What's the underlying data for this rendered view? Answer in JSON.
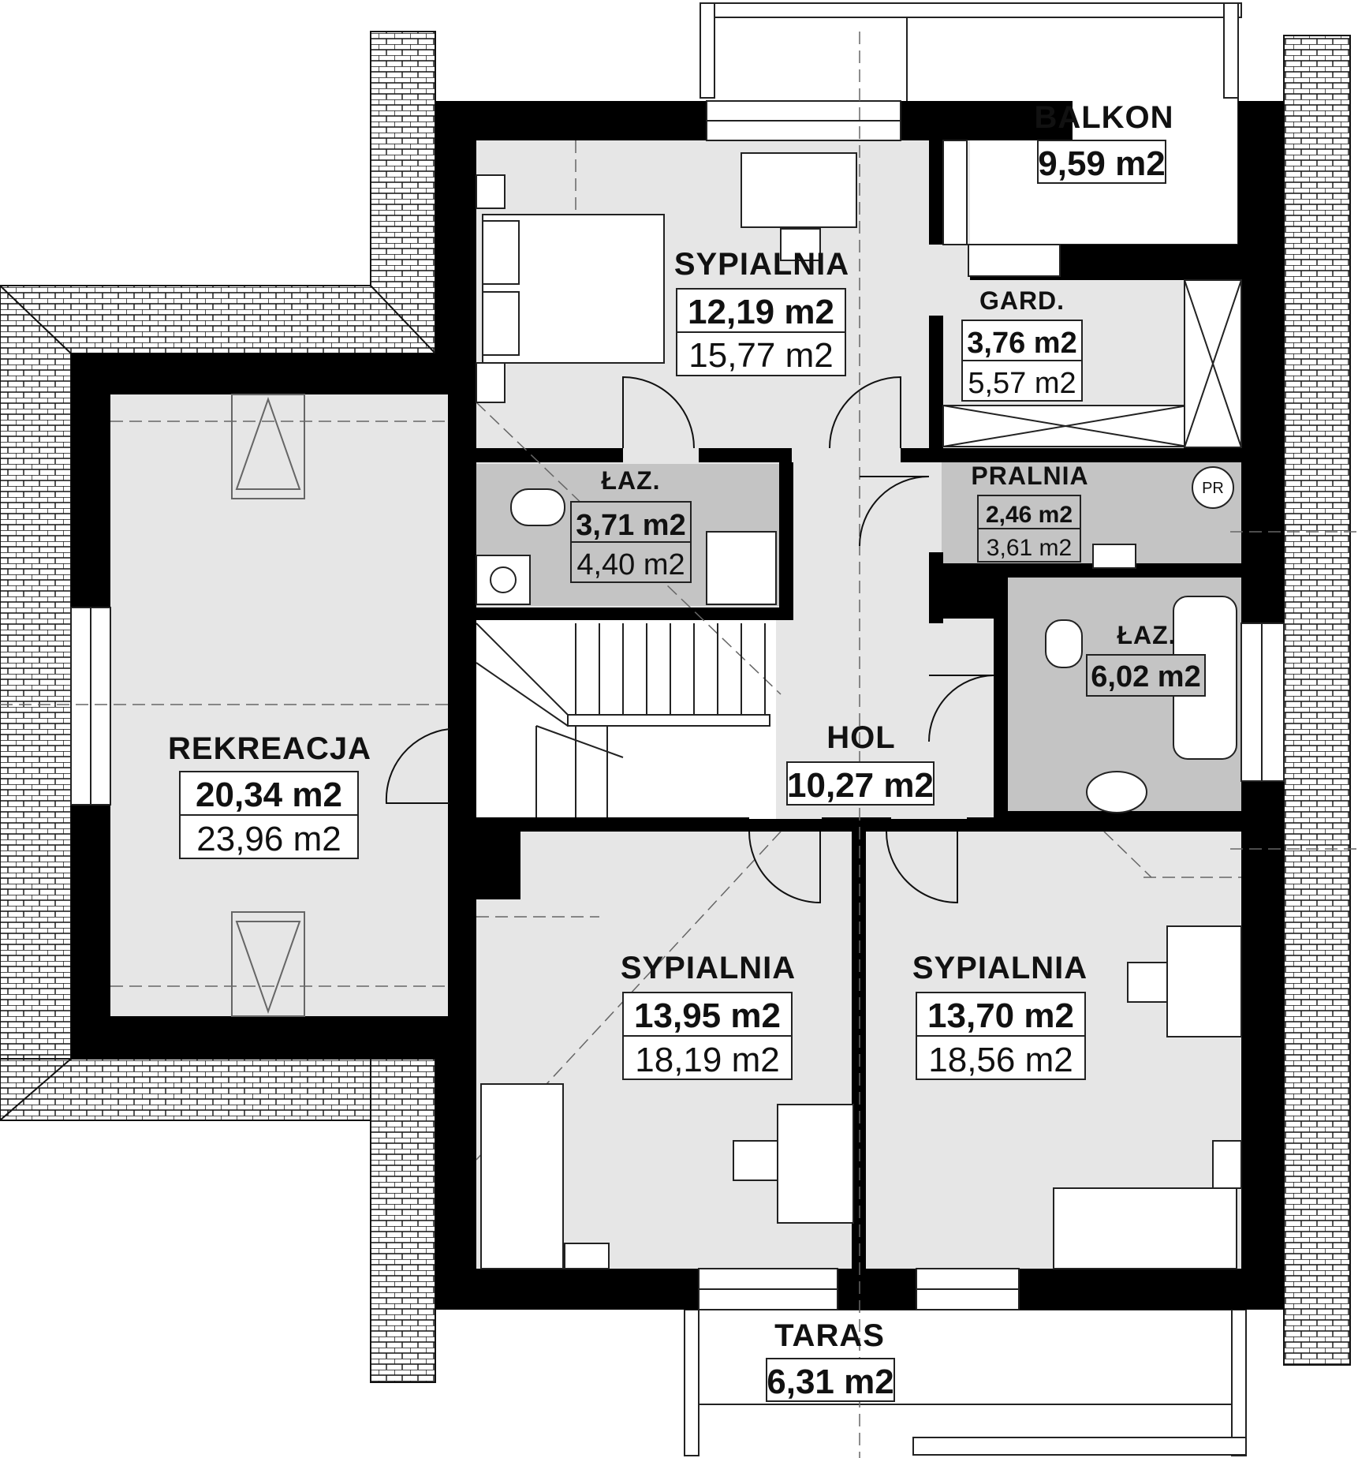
{
  "colors": {
    "wall": "#000000",
    "room_fill": "#e6e6e6",
    "wet_room_fill": "#c4c4c4",
    "roof_tile": "#ffffff",
    "line": "#222222",
    "label_box": "#ffffff"
  },
  "rooms": {
    "balkon": {
      "name": "BALKON",
      "area_net": "9,59 m2"
    },
    "sypialnia_top": {
      "name": "SYPIALNIA",
      "area_net": "12,19 m2",
      "area_gross": "15,77 m2"
    },
    "gard": {
      "name": "GARD.",
      "area_net": "3,76 m2",
      "area_gross": "5,57 m2"
    },
    "laz_1": {
      "name": "ŁAZ.",
      "area_net": "3,71 m2",
      "area_gross": "4,40 m2"
    },
    "pralnia": {
      "name": "PRALNIA",
      "area_net": "2,46 m2",
      "area_gross": "3,61 m2",
      "fixture": "PR"
    },
    "laz_2": {
      "name": "ŁAZ.",
      "area_net": "6,02 m2"
    },
    "rekreacja": {
      "name": "REKREACJA",
      "area_net": "20,34 m2",
      "area_gross": "23,96 m2"
    },
    "hol": {
      "name": "HOL",
      "area_net": "10,27 m2"
    },
    "sypialnia_bl": {
      "name": "SYPIALNIA",
      "area_net": "13,95 m2",
      "area_gross": "18,19 m2"
    },
    "sypialnia_br": {
      "name": "SYPIALNIA",
      "area_net": "13,70 m2",
      "area_gross": "18,56 m2"
    },
    "taras": {
      "name": "TARAS",
      "area_net": "6,31 m2"
    }
  }
}
